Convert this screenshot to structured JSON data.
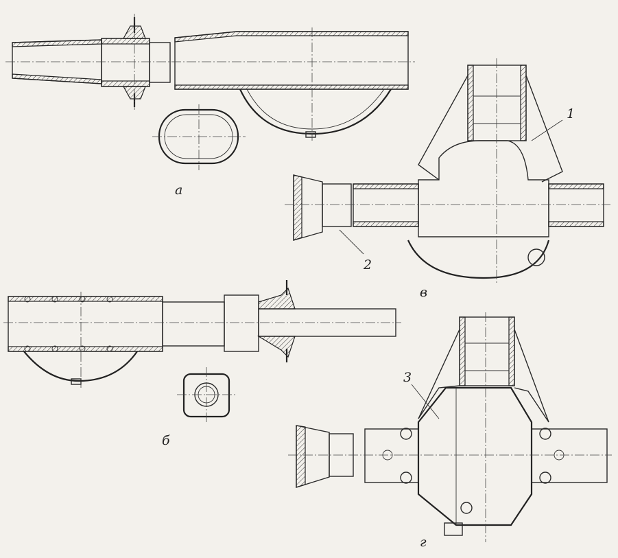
{
  "labels": {
    "view_a": "а",
    "view_b": "б",
    "view_v": "в",
    "view_g": "г",
    "callout_1": "1",
    "callout_2": "2",
    "callout_3": "3"
  }
}
